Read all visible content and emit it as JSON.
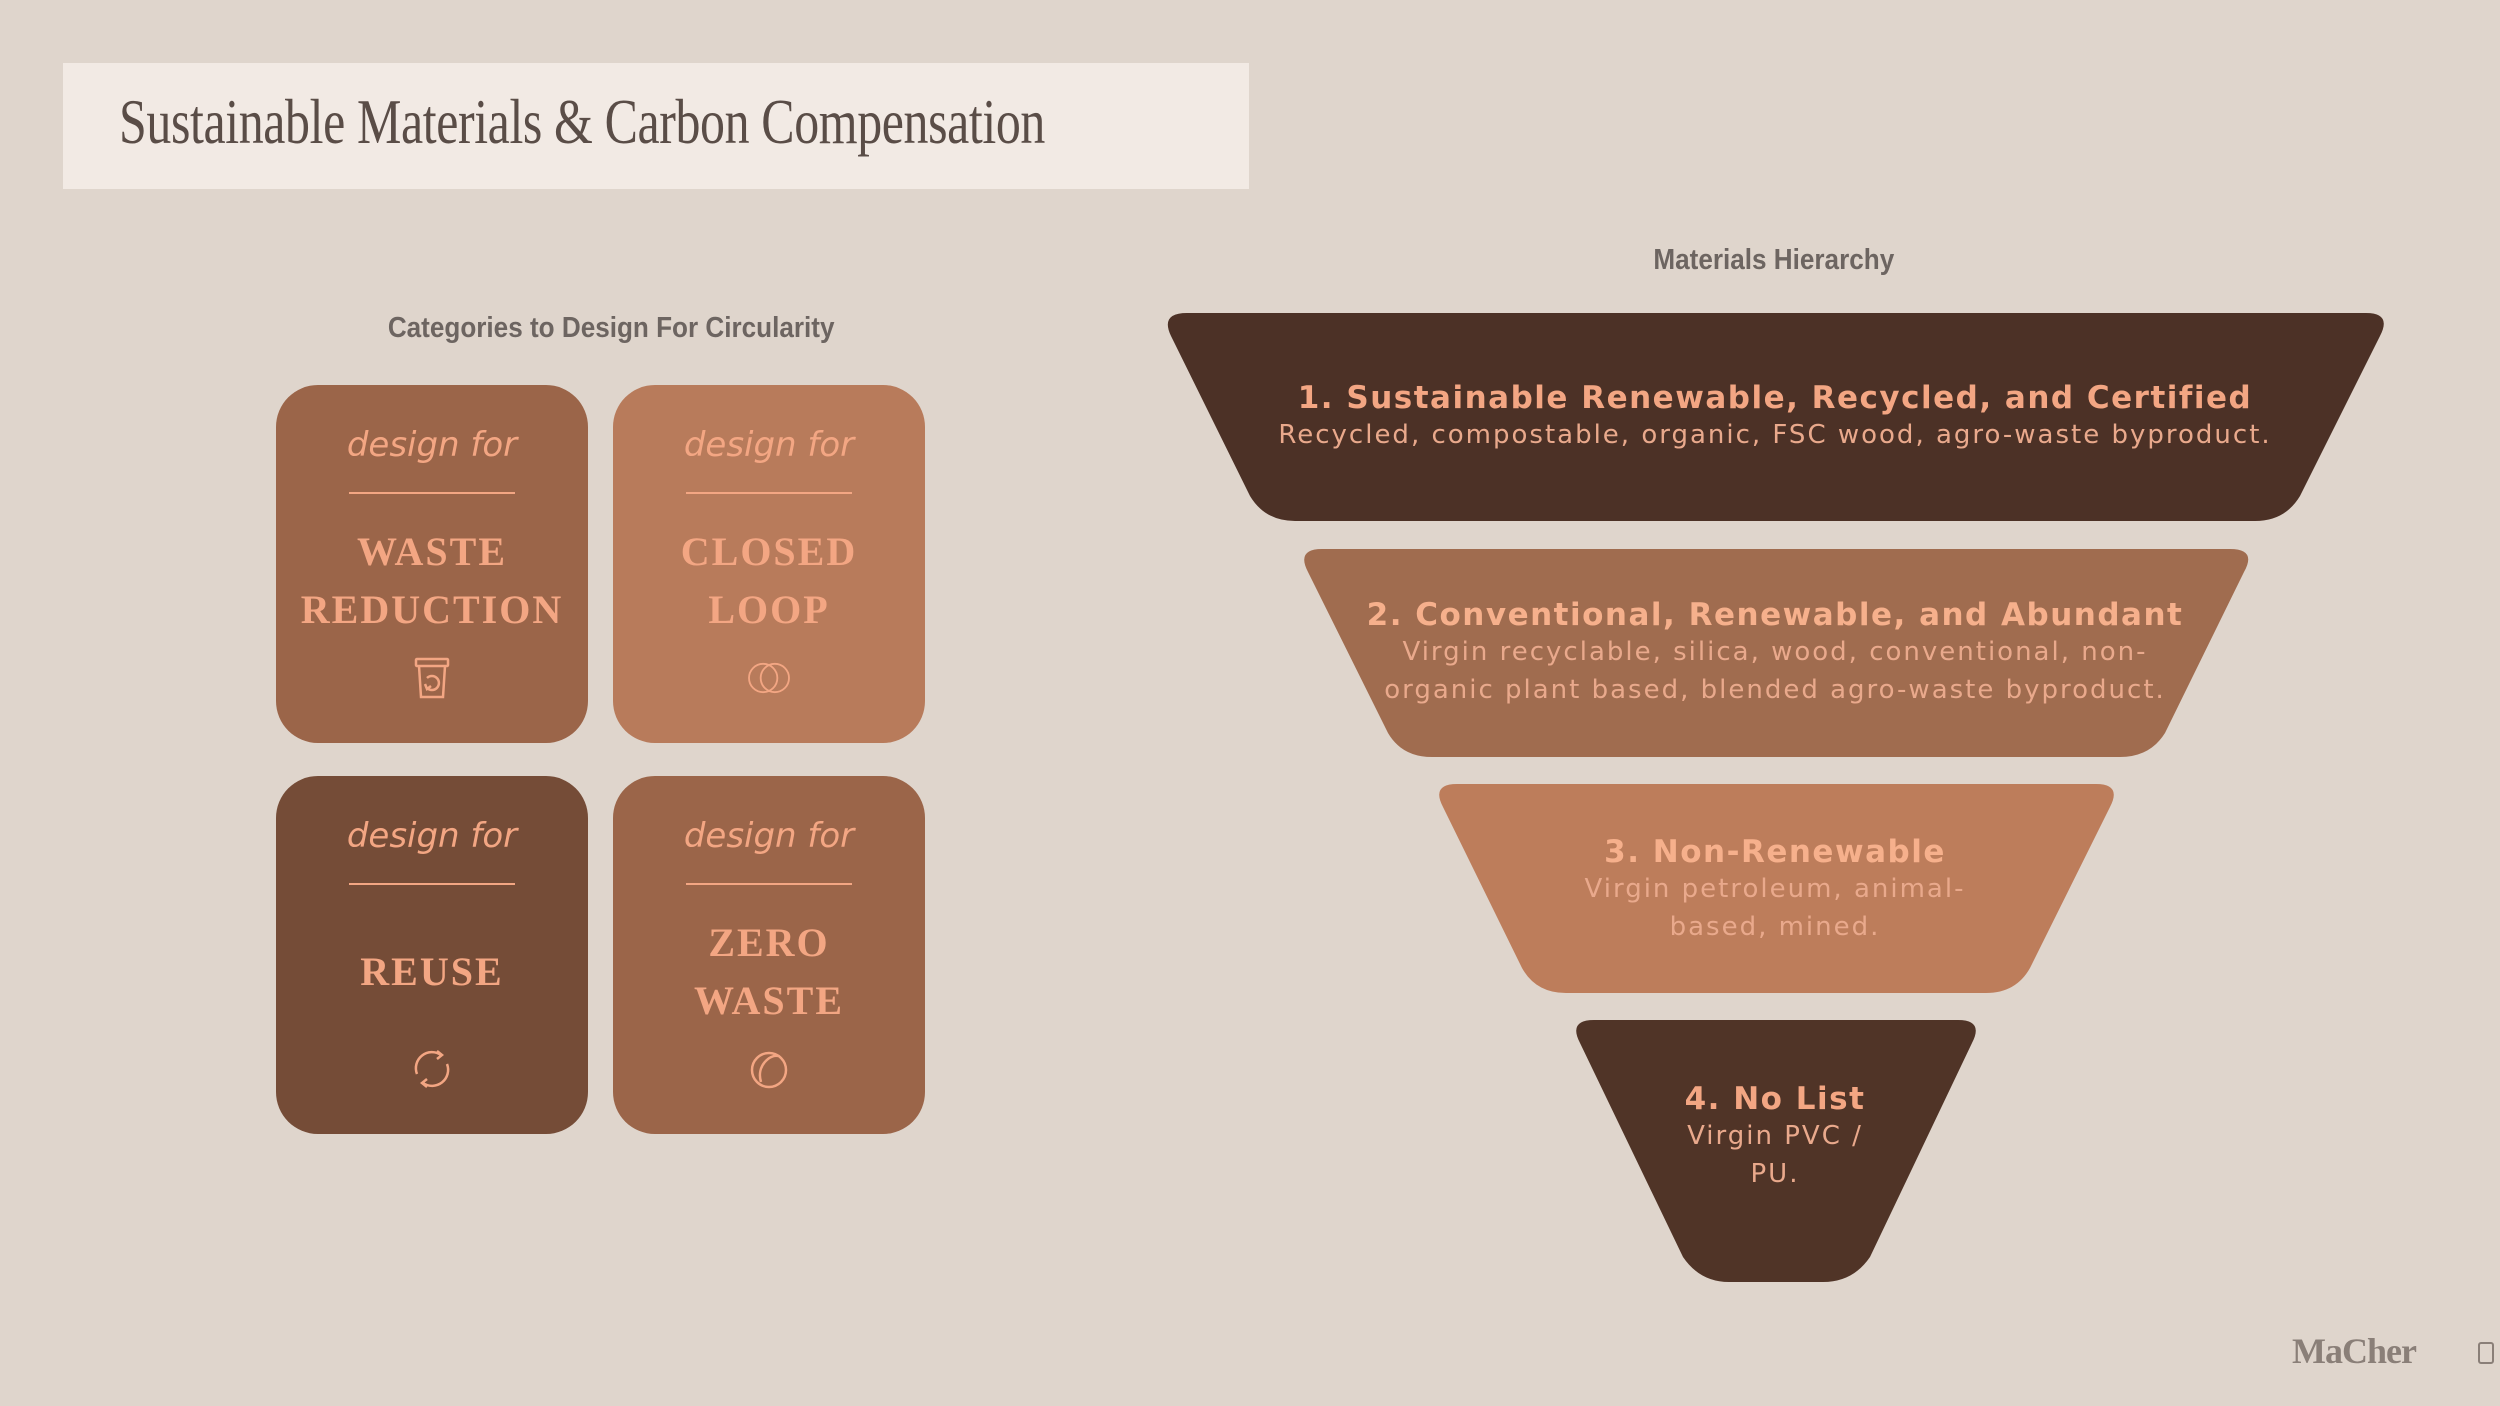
{
  "slide": {
    "title": "Sustainable Materials & Carbon Compensation",
    "logo": "MaCher"
  },
  "categories": {
    "heading": "Categories to Design For Circularity",
    "cards": [
      {
        "pre": "design for",
        "main": "WASTE\nREDUCTION",
        "icon": "bin-icon",
        "color": "#9b6549"
      },
      {
        "pre": "design for",
        "main": "CLOSED\nLOOP",
        "icon": "interlocking-circles-icon",
        "color": "#b87b5b"
      },
      {
        "pre": "design for",
        "main": "REUSE",
        "icon": "cycle-arrows-icon",
        "color": "#754c37"
      },
      {
        "pre": "design for",
        "main": "ZERO\nWASTE",
        "icon": "circle-loop-icon",
        "color": "#9b6549"
      }
    ]
  },
  "hierarchy": {
    "heading": "Materials Hierarchy",
    "tiers": [
      {
        "title": "1. Sustainable Renewable, Recycled, and Certified",
        "desc": [
          "Recycled, compostable, organic, FSC wood, agro-waste byproduct."
        ],
        "fill": "#4c3126",
        "text_color": "#f3a683",
        "desc_color": "#e9a98c"
      },
      {
        "title": "2. Conventional, Renewable, and Abundant",
        "desc": [
          "Virgin recyclable, silica, wood, conventional, non-",
          "organic plant based, blended agro-waste byproduct."
        ],
        "fill": "#a06c4f",
        "text_color": "#f6b08c",
        "desc_color": "#e9a98c"
      },
      {
        "title": "3. Non-Renewable",
        "desc": [
          "Virgin petroleum, animal-",
          "based, mined."
        ],
        "fill": "#bd7d5b",
        "text_color": "#f6b08c",
        "desc_color": "#e9a98c"
      },
      {
        "title": "4. No List",
        "desc": [
          "Virgin PVC /",
          "PU."
        ],
        "fill": "#503427",
        "text_color": "#f3a683",
        "desc_color": "#e9a98c"
      }
    ]
  }
}
